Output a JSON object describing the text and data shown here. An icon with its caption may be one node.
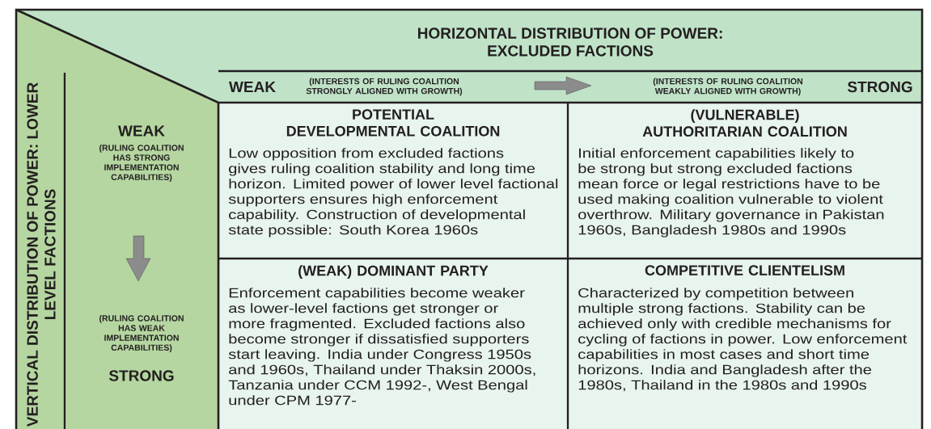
{
  "diagram": {
    "nodes": [
      {
        "text": [
          "HORIZONTAL DISTRIBUTION OF POWER: EXCLUDED FACTIONS"
        ]
      },
      {
        "text": [
          "WEAK",
          "(INTERESTS OF RULING COALITION STRONGLY ALIGNED WITH GROWTH)",
          "(INTERESTS OF RULING COALITION WEAKLY ALIGNED WITH GROWTH)",
          "STRONG"
        ],
        "in": 0
      },
      {
        "text": [
          "VERTICAL DISTRIBUTION OF POWER: LOWER LEVEL FACTIONS"
        ]
      },
      {
        "text": [
          "WEAK",
          "(RULING COALITION HAS STRONG IMPLEMENTATION CAPABILITIES)",
          "(RULING COALITION HAS WEAK IMPLEMENTATION CAPABILITIES)",
          "STRONG"
        ],
        "in": 2
      },
      {
        "text": [
          "POTENTIAL DEVELOPMENTAL COALITION",
          "Low opposition from excluded factions gives ruling coalition stability and long time horizon. Limited power of lower level factional supporters ensures high enforcement capability. Construction of developmental state possible: South Korea 1960s"
        ]
      },
      {
        "text": [
          "(VULNERABLE) AUTHORITARIAN COALITION",
          "Initial enforcement capabilities likely to be strong but strong excluded factions mean force or legal restrictions have to be used making coalition vulnerable to violent overthrow. Military governance in Pakistan 1960s, Bangladesh 1980s and 1990s"
        ]
      },
      {
        "text": [
          "(WEAK) DOMINANT PARTY",
          "Enforcement capabilities become weaker as lower-level factions get stronger or more fragmented. Excluded factions also become stronger if dissatisfied supporters start leaving. India under Congress 1950s and 1960s, Thailand under Thaksin 2000s, Tanzania under CCM 1992-, West Bengal under CPM 1977-"
        ]
      },
      {
        "text": [
          "COMPETITIVE CLIENTELISM",
          "Characterized by competition between multiple strong factions. Stability can be achieved only with credible mechanisms for cycling of factions in power. Low enforcement capabilities in most cases and short time horizons. India and Bangladesh after the 1980s, Thailand in the 1980s and 1990s"
        ]
      }
    ],
    "edges": []
  }
}
